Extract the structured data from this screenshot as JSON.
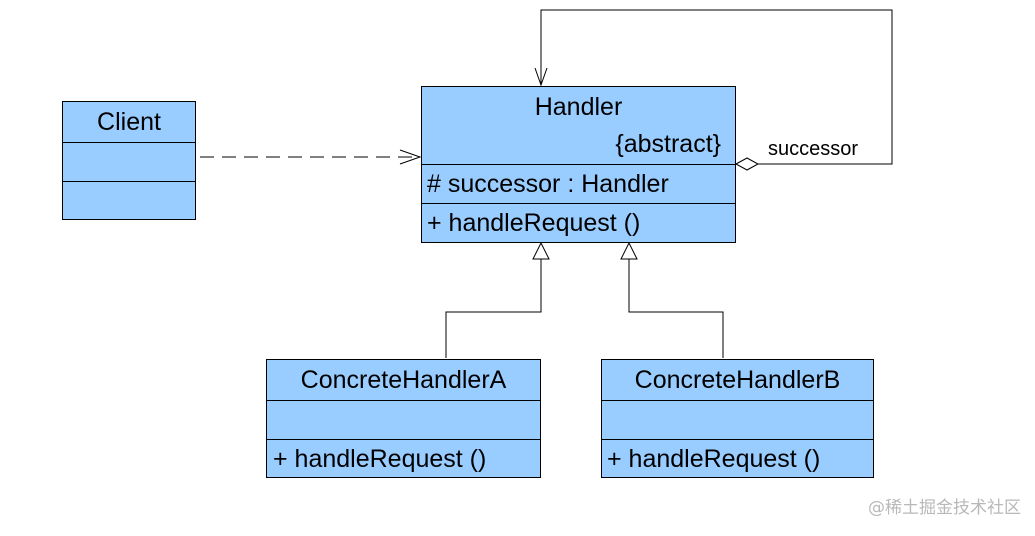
{
  "client": {
    "name": "Client"
  },
  "handler": {
    "name": "Handler",
    "stereotype": "{abstract}",
    "attribute": "# successor : Handler",
    "operation": "+ handleRequest ()"
  },
  "successor_label": "successor",
  "concrete_a": {
    "name": "ConcreteHandlerA",
    "operation": "+ handleRequest ()"
  },
  "concrete_b": {
    "name": "ConcreteHandlerB",
    "operation": "+ handleRequest ()"
  },
  "watermark": "@稀土掘金技术社区",
  "colors": {
    "class_fill": "#99ccff",
    "line": "#000000"
  }
}
